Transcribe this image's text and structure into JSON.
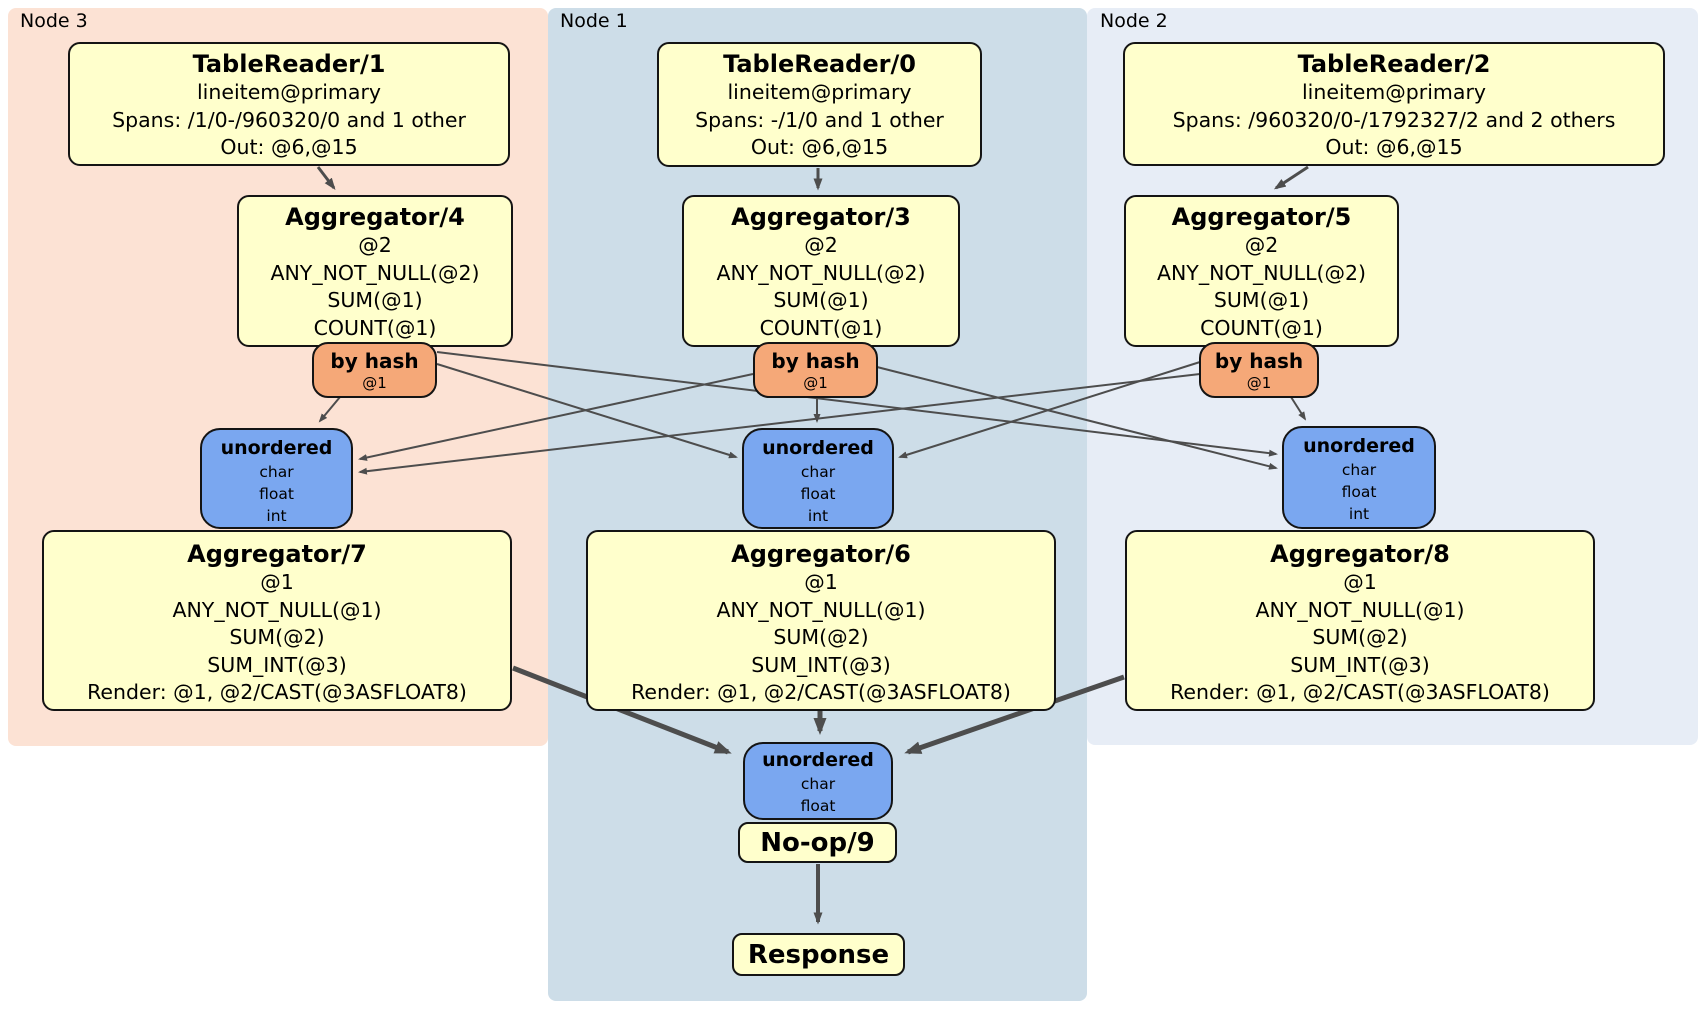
{
  "colors": {
    "node3_bg": "#fce2d4",
    "node1_bg": "#cddde8",
    "node2_bg": "#e7edf6",
    "processor_fill": "#ffffcc",
    "router_fill": "#f5a878",
    "stream_fill": "#7aa7f0",
    "edge_color": "#4d4d4d"
  },
  "nodes": {
    "n3": {
      "label": "Node 3",
      "tablereader": {
        "title": "TableReader/1",
        "lines": [
          "lineitem@primary",
          "Spans: /1/0-/960320/0 and 1 other",
          "Out: @6,@15"
        ]
      },
      "aggregator_top": {
        "title": "Aggregator/4",
        "lines": [
          "@2",
          "ANY_NOT_NULL(@2)",
          "SUM(@1)",
          "COUNT(@1)"
        ]
      },
      "router": {
        "title": "by hash",
        "key": "@1"
      },
      "stream": {
        "title": "unordered",
        "types": [
          "char",
          "float",
          "int"
        ]
      },
      "aggregator_bottom": {
        "title": "Aggregator/7",
        "lines": [
          "@1",
          "ANY_NOT_NULL(@1)",
          "SUM(@2)",
          "SUM_INT(@3)",
          "Render: @1, @2/CAST(@3ASFLOAT8)"
        ]
      }
    },
    "n1": {
      "label": "Node 1",
      "tablereader": {
        "title": "TableReader/0",
        "lines": [
          "lineitem@primary",
          "Spans: -/1/0 and 1 other",
          "Out: @6,@15"
        ]
      },
      "aggregator_top": {
        "title": "Aggregator/3",
        "lines": [
          "@2",
          "ANY_NOT_NULL(@2)",
          "SUM(@1)",
          "COUNT(@1)"
        ]
      },
      "router": {
        "title": "by hash",
        "key": "@1"
      },
      "stream": {
        "title": "unordered",
        "types": [
          "char",
          "float",
          "int"
        ]
      },
      "aggregator_bottom": {
        "title": "Aggregator/6",
        "lines": [
          "@1",
          "ANY_NOT_NULL(@1)",
          "SUM(@2)",
          "SUM_INT(@3)",
          "Render: @1, @2/CAST(@3ASFLOAT8)"
        ]
      },
      "final_stream": {
        "title": "unordered",
        "types": [
          "char",
          "float"
        ]
      },
      "noop": {
        "title": "No-op/9"
      },
      "response": {
        "title": "Response"
      }
    },
    "n2": {
      "label": "Node 2",
      "tablereader": {
        "title": "TableReader/2",
        "lines": [
          "lineitem@primary",
          "Spans: /960320/0-/1792327/2 and 2 others",
          "Out: @6,@15"
        ]
      },
      "aggregator_top": {
        "title": "Aggregator/5",
        "lines": [
          "@2",
          "ANY_NOT_NULL(@2)",
          "SUM(@1)",
          "COUNT(@1)"
        ]
      },
      "router": {
        "title": "by hash",
        "key": "@1"
      },
      "stream": {
        "title": "unordered",
        "types": [
          "char",
          "float",
          "int"
        ]
      },
      "aggregator_bottom": {
        "title": "Aggregator/8",
        "lines": [
          "@1",
          "ANY_NOT_NULL(@1)",
          "SUM(@2)",
          "SUM_INT(@3)",
          "Render: @1, @2/CAST(@3ASFLOAT8)"
        ]
      }
    }
  }
}
